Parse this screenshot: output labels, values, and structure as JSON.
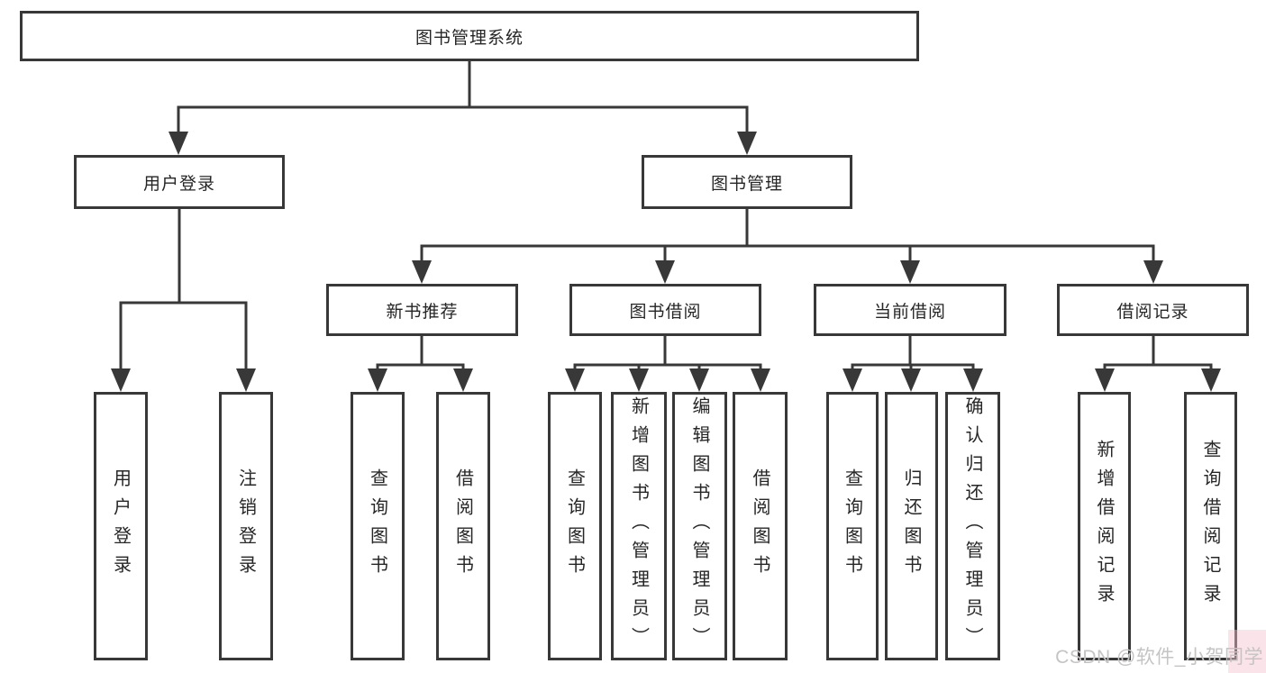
{
  "tree": {
    "root": {
      "label": "图书管理系统"
    },
    "branches": [
      {
        "label": "用户登录",
        "leaves": [
          {
            "label": "用户登录"
          },
          {
            "label": "注销登录"
          }
        ]
      },
      {
        "label": "图书管理",
        "groups": [
          {
            "label": "新书推荐",
            "leaves": [
              {
                "label": "查询图书"
              },
              {
                "label": "借阅图书"
              }
            ]
          },
          {
            "label": "图书借阅",
            "leaves": [
              {
                "label": "查询图书"
              },
              {
                "label": "新增图书（管理员）"
              },
              {
                "label": "编辑图书（管理员）"
              },
              {
                "label": "借阅图书"
              }
            ]
          },
          {
            "label": "当前借阅",
            "leaves": [
              {
                "label": "查询图书"
              },
              {
                "label": "归还图书"
              },
              {
                "label": "确认归还（管理员）"
              }
            ]
          },
          {
            "label": "借阅记录",
            "leaves": [
              {
                "label": "新增借阅记录"
              },
              {
                "label": "查询借阅记录"
              }
            ]
          }
        ]
      }
    ]
  },
  "watermark": {
    "text": "CSDN @软件_小贺同学"
  },
  "colors": {
    "line": "#383838",
    "box_border": "#383838",
    "text": "#262626",
    "background": "#ffffff",
    "watermark": "#c6c3c3"
  }
}
